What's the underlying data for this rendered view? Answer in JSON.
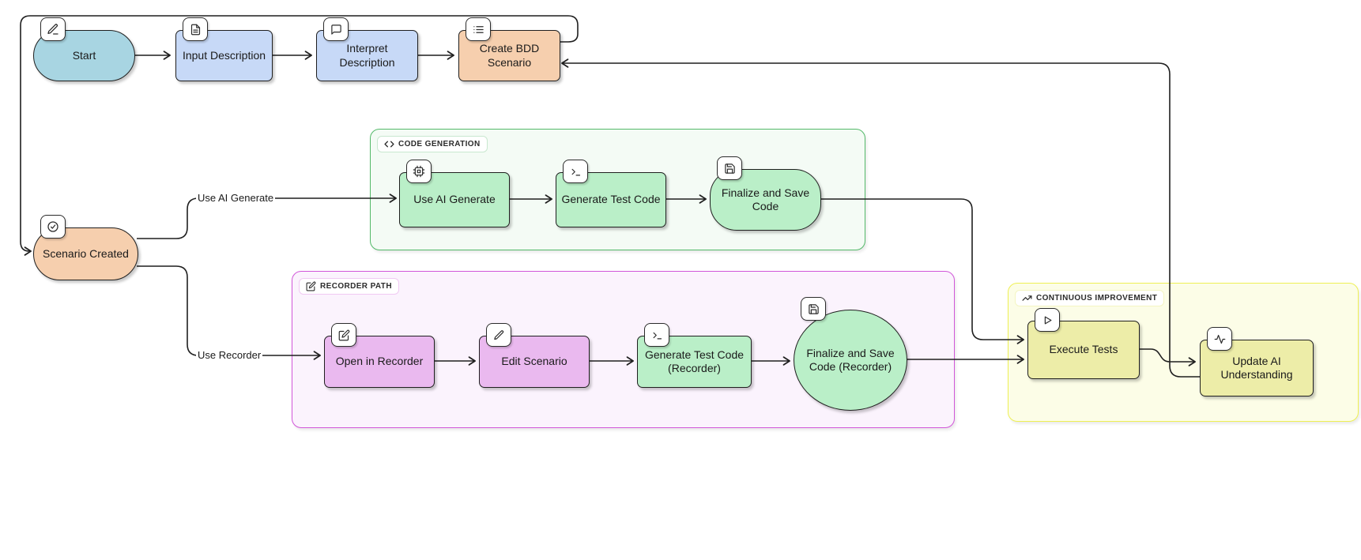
{
  "diagram": {
    "nodes": {
      "start": {
        "label": "Start",
        "icon": "pencil-line-icon"
      },
      "input_description": {
        "label": "Input Description",
        "icon": "file-text-icon"
      },
      "interpret_description": {
        "label": "Interpret Description",
        "icon": "message-square-icon"
      },
      "create_bdd_scenario": {
        "label": "Create BDD Scenario",
        "icon": "list-icon"
      },
      "scenario_created": {
        "label": "Scenario Created",
        "icon": "check-circle-icon"
      },
      "use_ai_generate": {
        "label": "Use AI Generate",
        "icon": "cpu-icon"
      },
      "generate_test_code": {
        "label": "Generate Test Code",
        "icon": "terminal-icon"
      },
      "finalize_save_code": {
        "label": "Finalize and Save Code",
        "icon": "save-icon"
      },
      "open_in_recorder": {
        "label": "Open in Recorder",
        "icon": "edit-square-icon"
      },
      "edit_scenario": {
        "label": "Edit Scenario",
        "icon": "pencil-icon"
      },
      "generate_test_code_recorder": {
        "label": "Generate Test Code (Recorder)",
        "icon": "terminal-icon"
      },
      "finalize_save_code_recorder": {
        "label": "Finalize and Save Code (Recorder)",
        "icon": "save-icon"
      },
      "execute_tests": {
        "label": "Execute Tests",
        "icon": "play-icon"
      },
      "update_ai_understanding": {
        "label": "Update AI Understanding",
        "icon": "activity-icon"
      }
    },
    "groups": {
      "code_generation": {
        "label": "CODE GENERATION",
        "icon": "code-icon"
      },
      "recorder_path": {
        "label": "RECORDER PATH",
        "icon": "edit-square-icon"
      },
      "continuous_improvement": {
        "label": "CONTINUOUS IMPROVEMENT",
        "icon": "trending-up-icon"
      }
    },
    "edge_labels": {
      "use_ai_generate": "Use AI Generate",
      "use_recorder": "Use Recorder"
    },
    "colors": {
      "ink": "#1f1f1f",
      "start_fill": "#a8d5e2",
      "blue_fill": "#c7d9f7",
      "peach_fill": "#f6cfae",
      "green_fill": "#baefc8",
      "purple_fill": "#eab9ef",
      "yellow_fill": "#ededa8",
      "green_group_border": "#53b969",
      "green_group_bg": "#f4fbf5",
      "purple_group_border": "#d156d9",
      "purple_group_bg": "#fbf3fd",
      "yellow_group_border": "#eef054",
      "yellow_group_bg": "#fcfde7"
    }
  }
}
